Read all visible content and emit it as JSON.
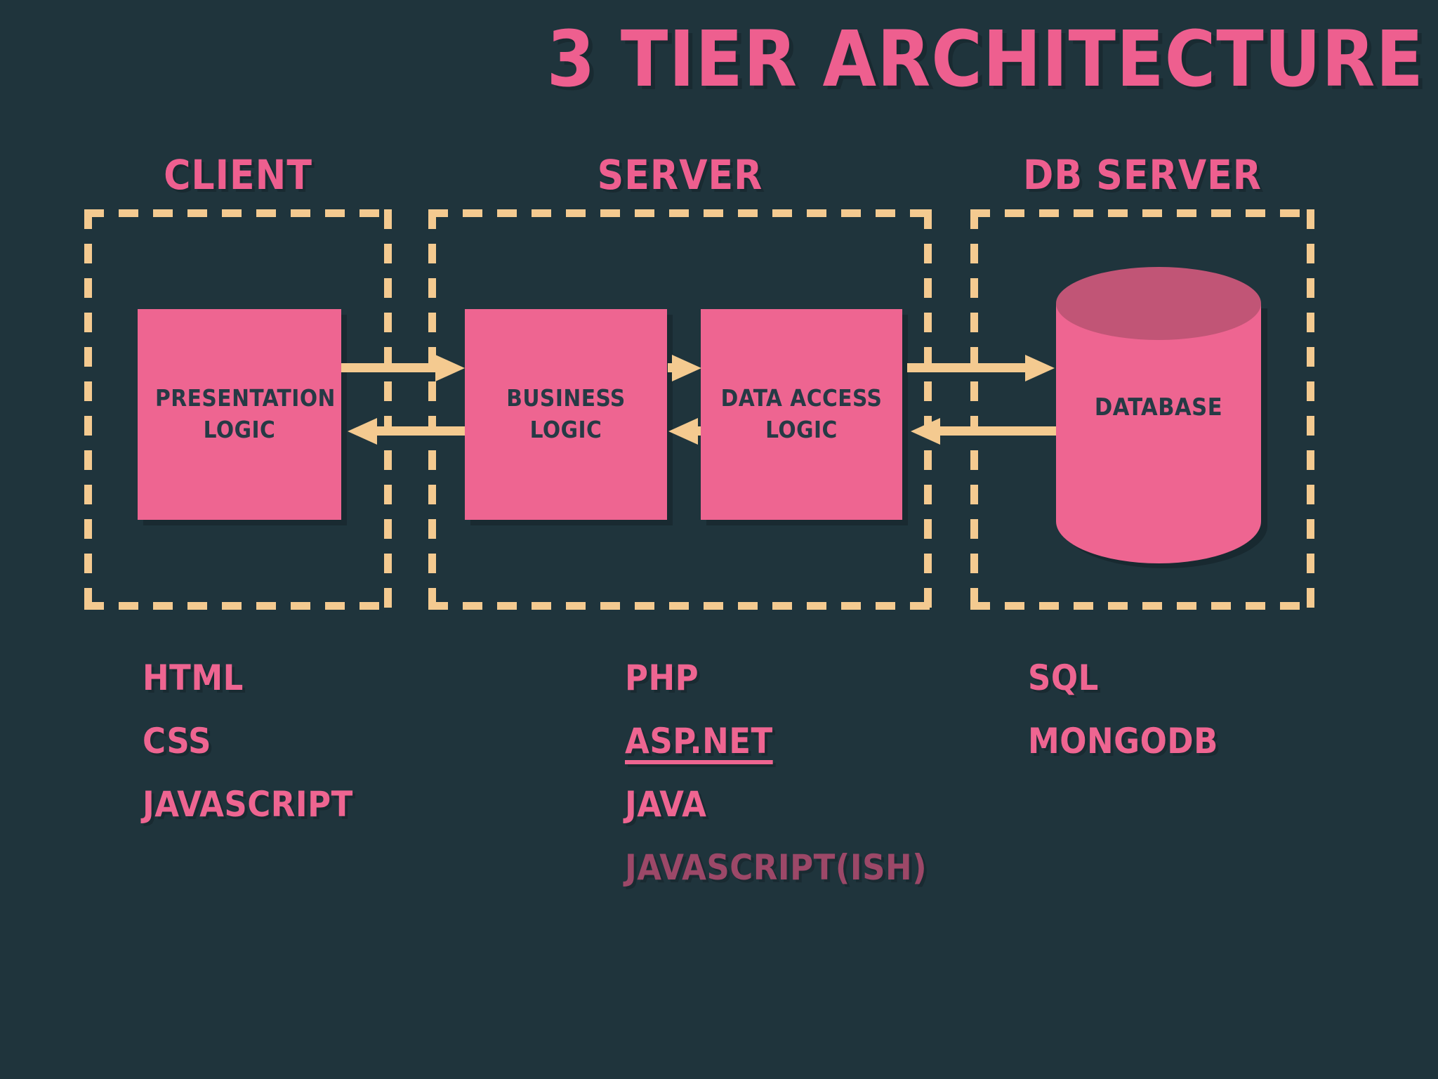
{
  "title": "3 TIER ARCHITECTURE",
  "tiers": [
    {
      "label": "CLIENT"
    },
    {
      "label": "SERVER"
    },
    {
      "label": "DB SERVER"
    }
  ],
  "nodes": {
    "presentation": {
      "label": "PRESENTATION LOGIC"
    },
    "business": {
      "label": "BUSINESS LOGIC"
    },
    "data_access": {
      "label": "DATA ACCESS LOGIC"
    },
    "database": {
      "label": "DATABASE"
    }
  },
  "flows": [
    {
      "from": "presentation-logic",
      "to": "business-logic",
      "direction": "right"
    },
    {
      "from": "business-logic",
      "to": "presentation-logic",
      "direction": "left"
    },
    {
      "from": "business-logic",
      "to": "data-access-logic",
      "direction": "right"
    },
    {
      "from": "data-access-logic",
      "to": "business-logic",
      "direction": "left"
    },
    {
      "from": "data-access-logic",
      "to": "database",
      "direction": "right"
    },
    {
      "from": "database",
      "to": "data-access-logic",
      "direction": "left"
    }
  ],
  "tech_lists": {
    "client": {
      "items": [
        {
          "label": "HTML"
        },
        {
          "label": "CSS"
        },
        {
          "label": "JAVASCRIPT"
        }
      ]
    },
    "server": {
      "items": [
        {
          "label": "PHP"
        },
        {
          "label": "ASP.NET",
          "underline": true
        },
        {
          "label": "JAVA"
        },
        {
          "label": "JAVASCRIPT(ISH)",
          "muted": true
        }
      ]
    },
    "db": {
      "items": [
        {
          "label": "SQL"
        },
        {
          "label": "MONGODB"
        }
      ]
    }
  },
  "colors": {
    "background": "#1f343c",
    "pink": "#ee6591",
    "title_pink": "#ee5f8f",
    "cylinder_top_pink": "#c15576",
    "muted_rose": "#9c4868",
    "dash_tan": "#f4ca90",
    "box_text_navy": "#263a45"
  }
}
